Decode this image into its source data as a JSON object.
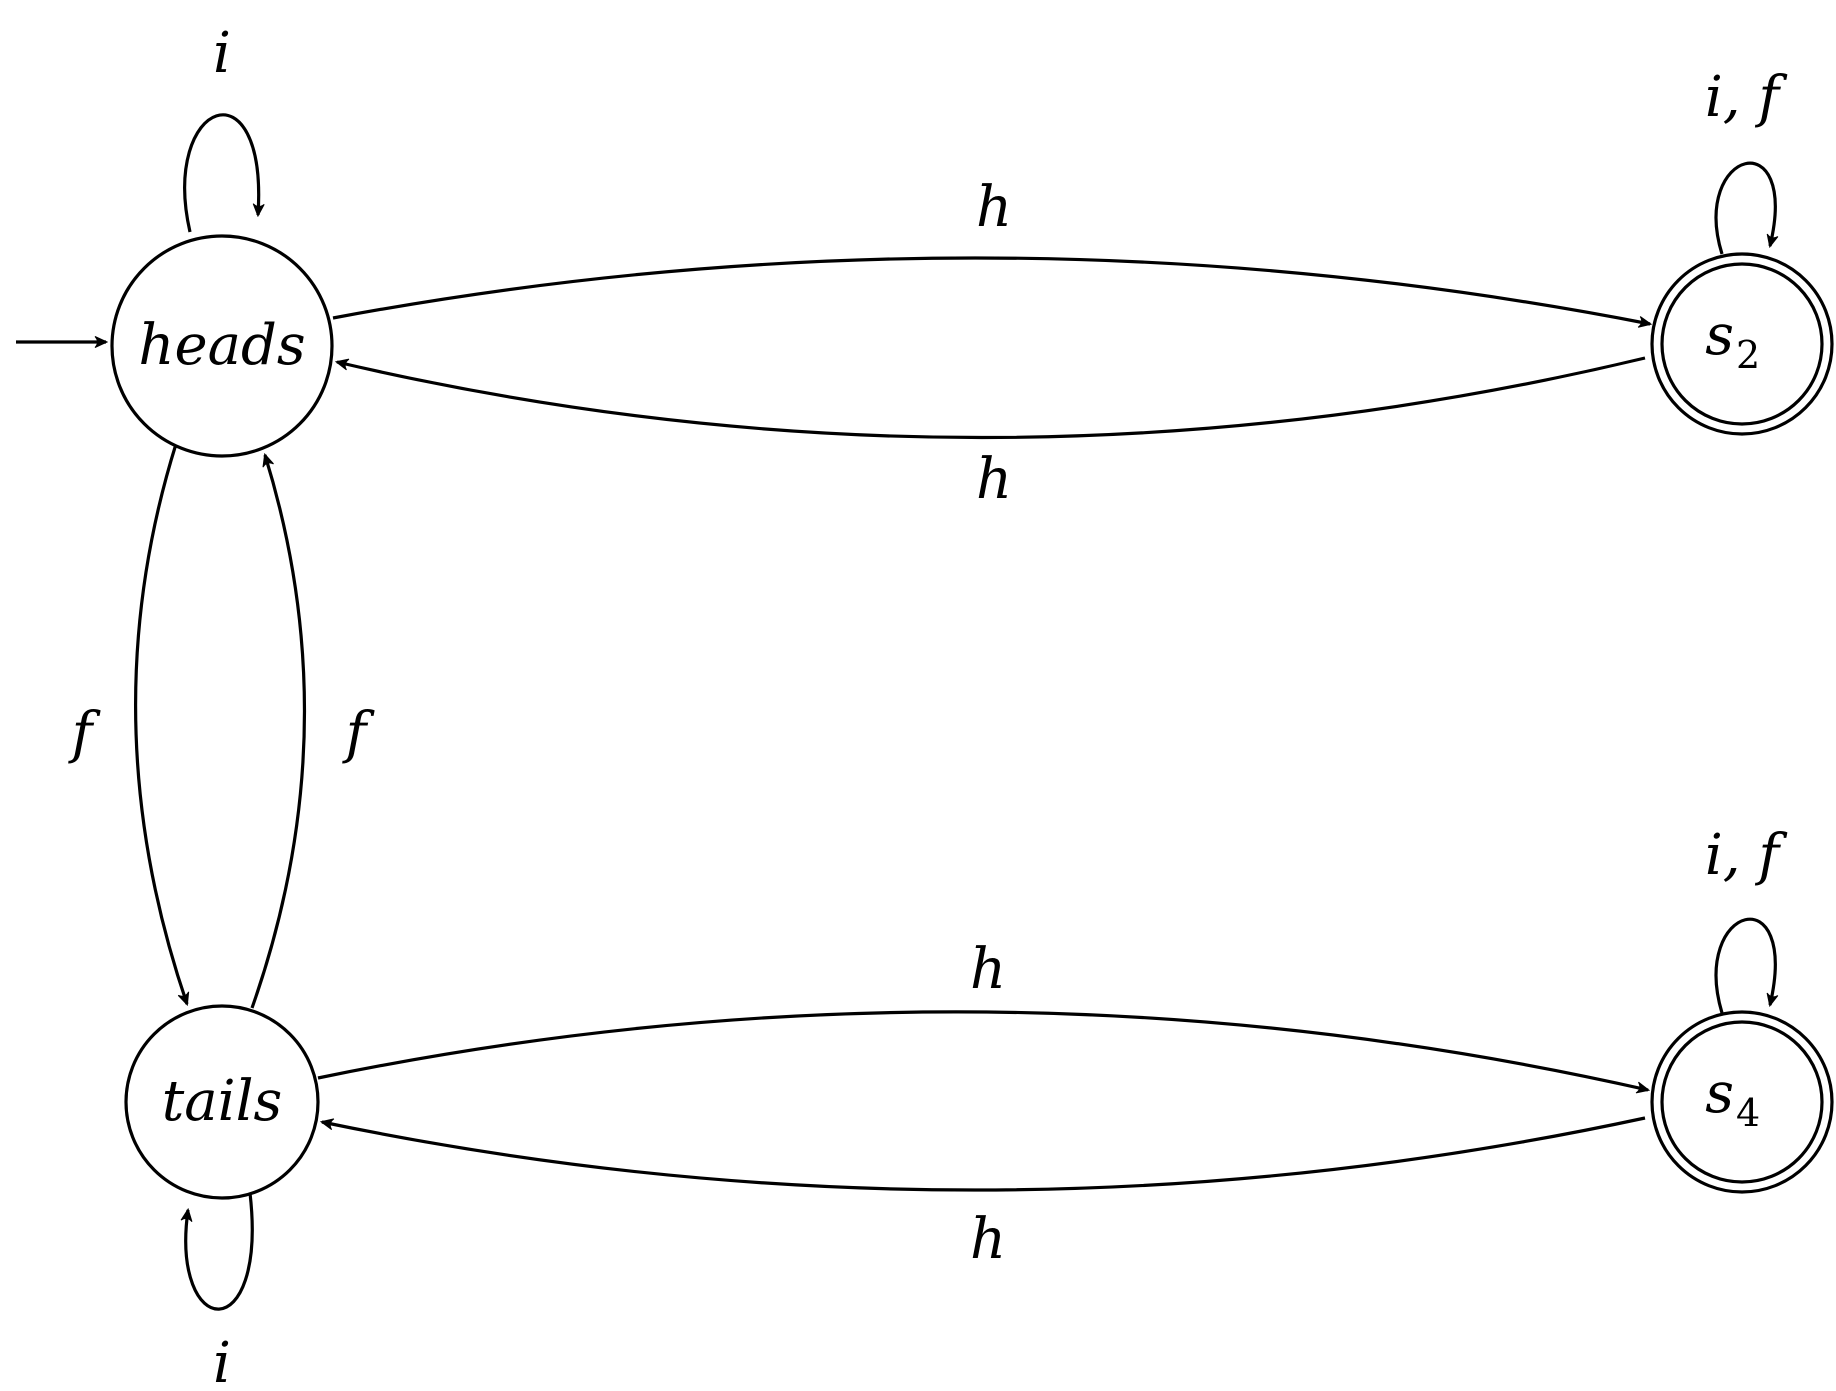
{
  "states": {
    "heads": {
      "label": "heads"
    },
    "tails": {
      "label": "tails"
    },
    "s2": {
      "label": "s",
      "subscript": "2"
    },
    "s4": {
      "label": "s",
      "subscript": "4"
    }
  },
  "transitions": {
    "heads_loop": "i",
    "tails_loop": "i",
    "s2_loop": "i, f",
    "s4_loop": "i, f",
    "heads_to_s2": "h",
    "s2_to_heads": "h",
    "tails_to_s4": "h",
    "s4_to_tails": "h",
    "heads_to_tails": "f",
    "tails_to_heads": "f"
  },
  "initial_state": "heads",
  "accepting_states": [
    "s2",
    "s4"
  ]
}
